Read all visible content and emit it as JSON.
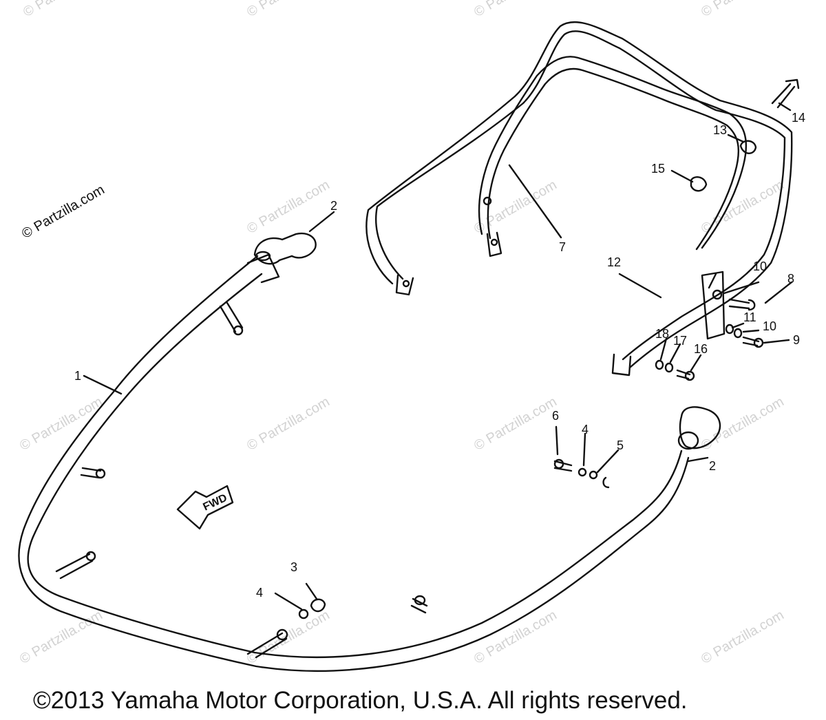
{
  "watermark": {
    "text": "© Partzilla.com"
  },
  "callouts": {
    "c1": "1",
    "c2a": "2",
    "c2b": "2",
    "c3": "3",
    "c4a": "4",
    "c4b": "4",
    "c5": "5",
    "c6": "6",
    "c7": "7",
    "c8": "8",
    "c9": "9",
    "c10a": "10",
    "c10b": "10",
    "c11": "11",
    "c12": "12",
    "c13": "13",
    "c14": "14",
    "c15": "15",
    "c16": "16",
    "c17": "17",
    "c18": "18"
  },
  "fwd_label": "FWD",
  "copyright": "©2013 Yamaha Motor Corporation, U.S.A. All rights reserved."
}
